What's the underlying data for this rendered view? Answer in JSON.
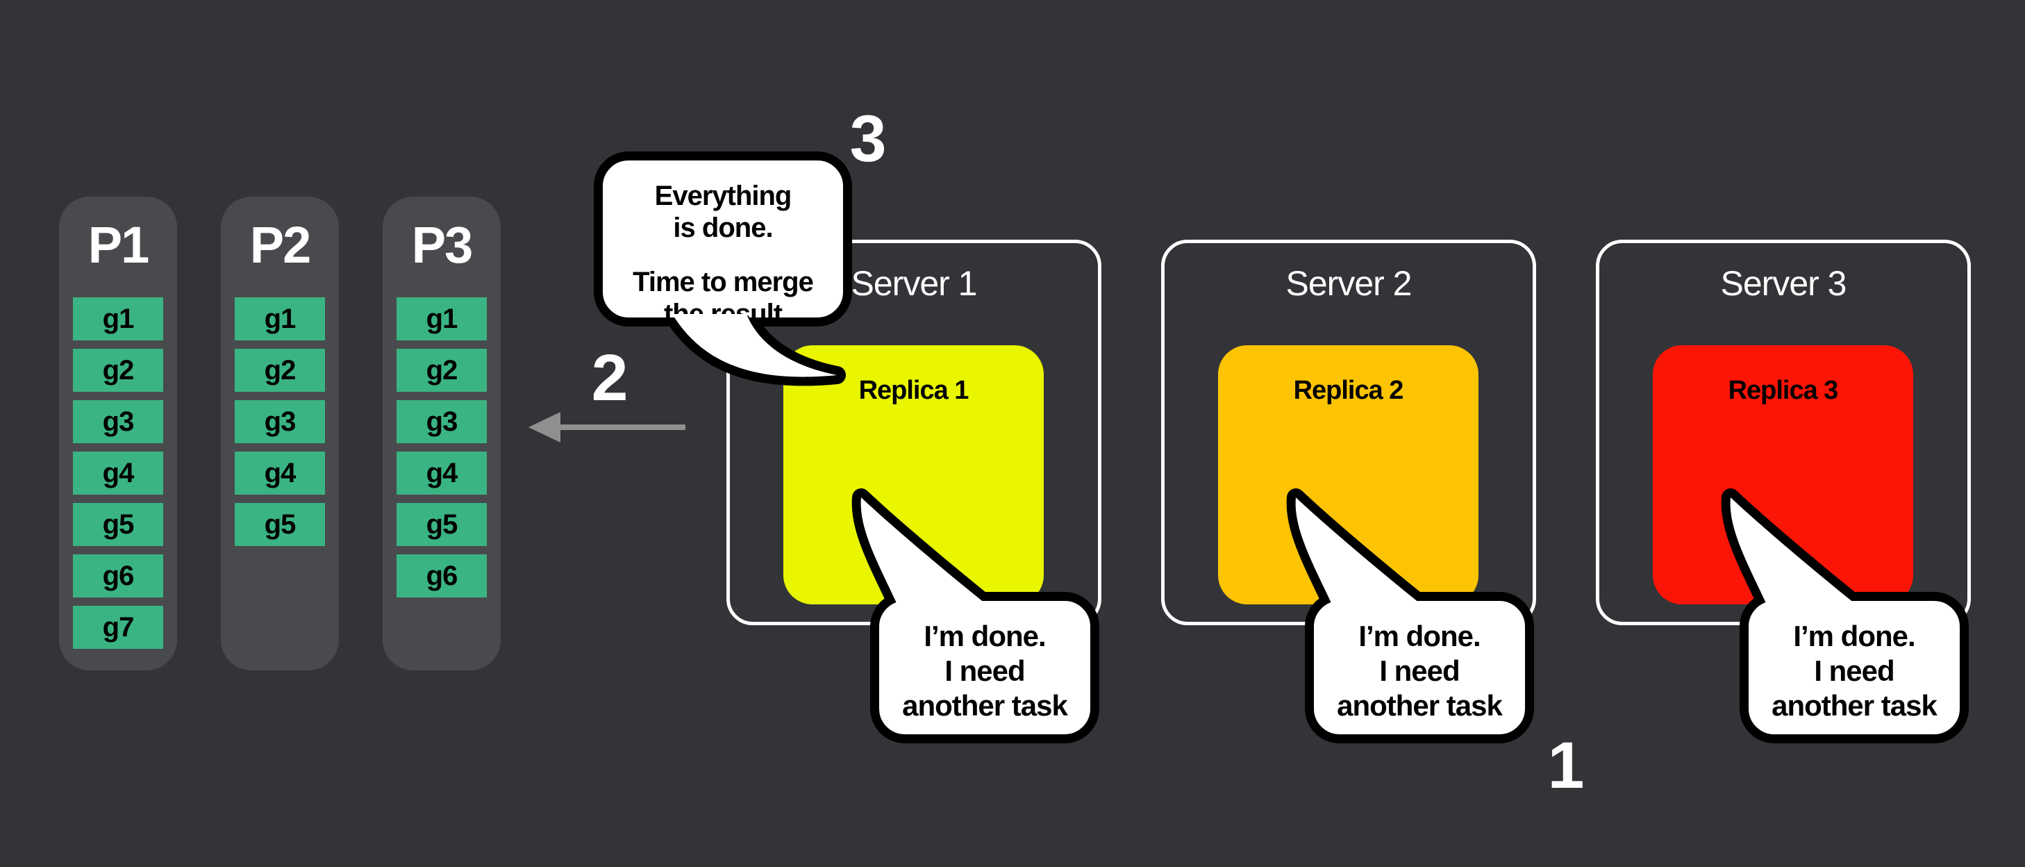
{
  "canvas": {
    "background": "#333437"
  },
  "colors": {
    "partition_box": "#484a4d",
    "task_green": "#3ab482",
    "server_border": "#ffffff",
    "bubble_border": "#000000",
    "bubble_fill": "#ffffff",
    "arrow_gray": "#8f8f8f",
    "replica_1": "#e9f600",
    "replica_2": "#fcc402",
    "replica_3": "#fb1507"
  },
  "partitions": [
    {
      "label": "P1",
      "tasks": [
        "g1",
        "g2",
        "g3",
        "g4",
        "g5",
        "g6",
        "g7"
      ]
    },
    {
      "label": "P2",
      "tasks": [
        "g1",
        "g2",
        "g3",
        "g4",
        "g5"
      ]
    },
    {
      "label": "P3",
      "tasks": [
        "g1",
        "g2",
        "g3",
        "g4",
        "g5",
        "g6"
      ]
    }
  ],
  "steps": {
    "done_label": "1",
    "merge_arrow_label": "2",
    "merge_done_label": "3"
  },
  "merge_bubble": {
    "sentence1": "Everything\nis done.",
    "sentence2": "Time to merge\nthe result"
  },
  "servers": [
    {
      "title": "Server 1",
      "replica_label": "Replica 1",
      "replica_color": "#e9f600",
      "bubble_text": "I’m done.\nI need\nanother task"
    },
    {
      "title": "Server 2",
      "replica_label": "Replica 2",
      "replica_color": "#fcc402",
      "bubble_text": "I’m done.\nI need\nanother task"
    },
    {
      "title": "Server 3",
      "replica_label": "Replica 3",
      "replica_color": "#fb1507",
      "bubble_text": "I’m done.\nI need\nanother task"
    }
  ]
}
